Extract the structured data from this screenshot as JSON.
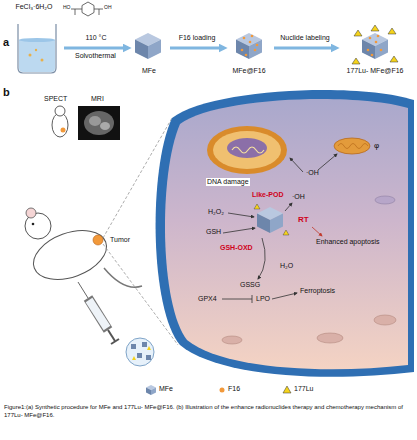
{
  "diagram": {
    "caption": "Figure1:(a) Synthetic procedure for MFe and 177Lu- MFe@F16. (b) Illustration of the enhance radionuclides therapy and chemotherapy mechanism of 177Lu- MFe@F16.",
    "nodes": [
      {
        "text": [
          "FeCl₃·6H₂O"
        ]
      },
      {
        "text": [
          "MFe"
        ]
      },
      {
        "text": [
          "MFe@F16"
        ]
      },
      {
        "text": [
          "177Lu- MFe@F16"
        ]
      }
    ],
    "edges": [
      {
        "from": 0,
        "to": 1,
        "arrow": "to",
        "label": "110 °C"
      },
      {
        "from": 1,
        "to": 2,
        "arrow": "to",
        "label": "F16 loading"
      },
      {
        "from": 2,
        "to": 3,
        "arrow": "to",
        "label": "Nuclide labeling"
      }
    ],
    "labels": [
      "a",
      "HO",
      "OH",
      "Solvothermal",
      "b",
      "SPECT",
      "MRI",
      "Tumor",
      "DNA damage",
      "Like-POD",
      "·OH",
      "·OH",
      "φ",
      "H₂O₂",
      "RT",
      "GSH",
      "GSH-OXD",
      "Enhanced apoptosis",
      "GSSG",
      "H₂O",
      "GPX4",
      "LPO",
      "Ferroptosis"
    ],
    "legend": [
      {
        "text": "MFe"
      },
      {
        "text": "F16"
      },
      {
        "text": "177Lu"
      }
    ]
  }
}
